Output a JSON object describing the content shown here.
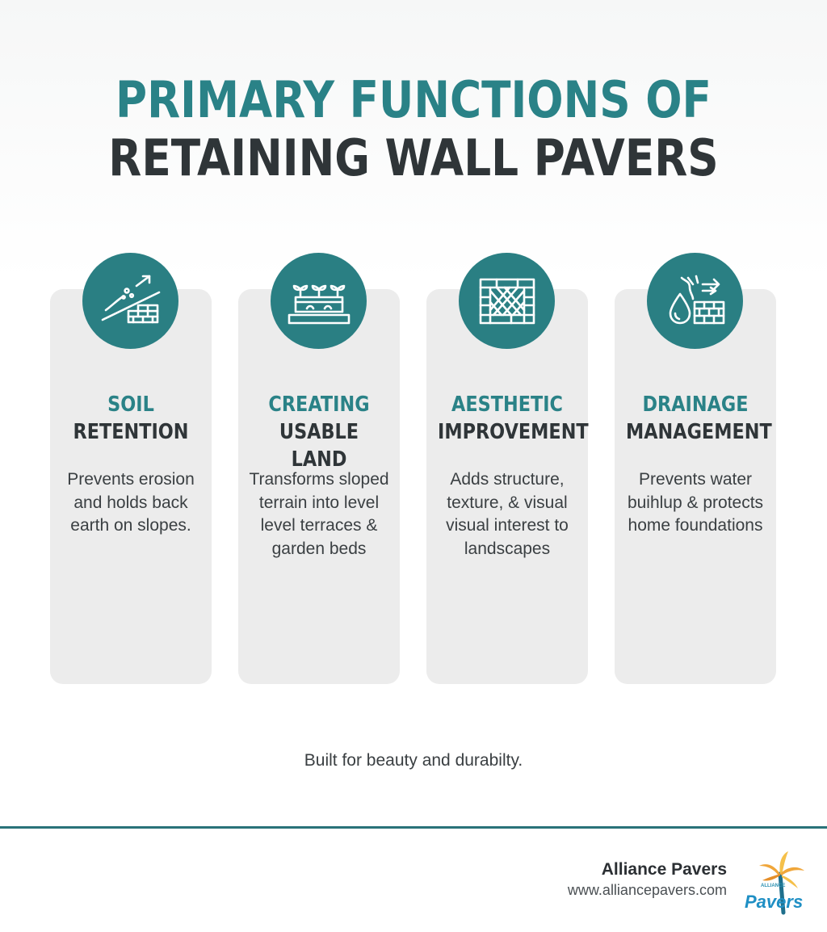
{
  "title": {
    "line1": "PRIMARY FUNCTIONS OF",
    "line2": "RETAINING WALL PAVERS"
  },
  "cards": [
    {
      "icon": "slope-wall-icon",
      "title_line1": "SOIL",
      "title_line2": "RETENTION",
      "description": "Prevents erosion and holds back earth on slopes."
    },
    {
      "icon": "garden-bed-icon",
      "title_line1": "CREATING",
      "title_line2": "USABLE LAND",
      "description": "Transforms sloped terrain into level level terraces & garden beds"
    },
    {
      "icon": "brick-pattern-icon",
      "title_line1": "AESTHETIC",
      "title_line2": "IMPROVEMENT",
      "description": "Adds structure, texture, & visual visual interest to landscapes"
    },
    {
      "icon": "water-drop-wall-icon",
      "title_line1": "DRAINAGE",
      "title_line2": "MANAGEMENT",
      "description": "Prevents water buihlup & protects home foundations"
    }
  ],
  "tagline": "Built for beauty and durabilty.",
  "footer": {
    "brand_name": "Alliance Pavers",
    "brand_url": "www.alliancepavers.com",
    "logo_text": "Pavers",
    "logo_small_text": "ALLIANCE"
  },
  "colors": {
    "teal": "#2a8287",
    "icon_bg": "#2a7f83",
    "dark": "#2f3538",
    "card_bg": "#ececec",
    "divider": "#2a7279"
  }
}
